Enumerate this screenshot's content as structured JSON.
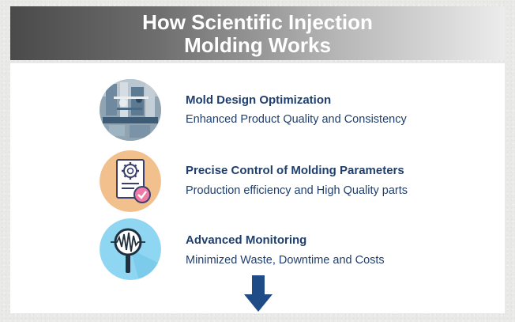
{
  "header": {
    "title_line1": "How Scientific Injection",
    "title_line2": "Molding Works"
  },
  "steps": [
    {
      "title": "Mold Design Optimization",
      "description": "Enhanced Product Quality and Consistency",
      "icon": "machine-photo-icon"
    },
    {
      "title": "Precise Control of Molding Parameters",
      "description": "Production efficiency and High Quality parts",
      "icon": "settings-document-check-icon"
    },
    {
      "title": "Advanced Monitoring",
      "description": "Minimized Waste, Downtime and Costs",
      "icon": "magnifier-waveform-icon"
    }
  ],
  "colors": {
    "text": "#1f3f6e",
    "arrow": "#1f4b86",
    "icon2_bg": "#f2c08d",
    "icon3_bg": "#8fd6f2"
  },
  "footer": {
    "icon": "down-arrow-icon"
  }
}
